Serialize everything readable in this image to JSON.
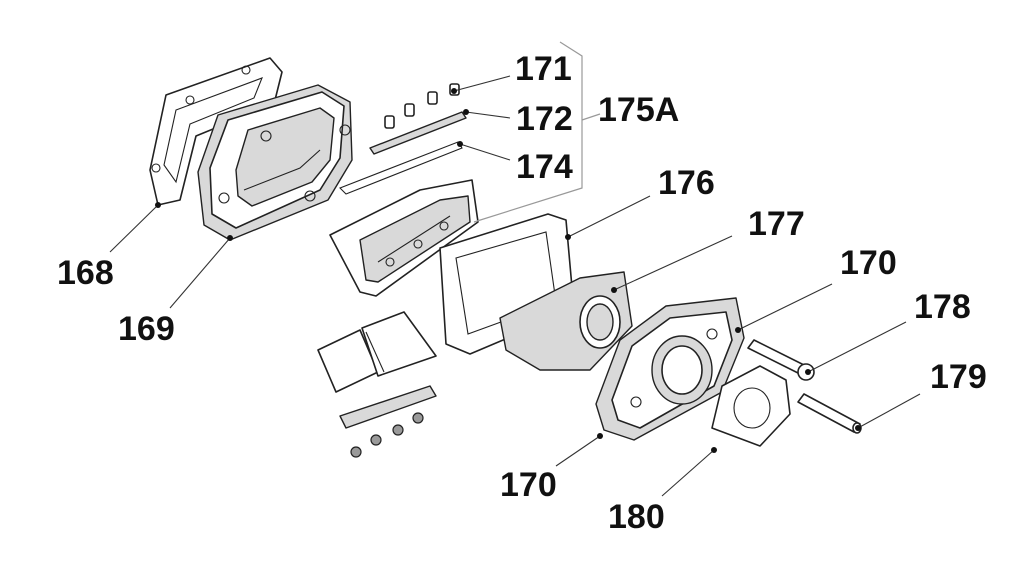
{
  "diagram": {
    "callouts": {
      "c171": "171",
      "c172": "172",
      "c174": "174",
      "c175a": "175A",
      "c176": "176",
      "c177": "177",
      "c170_top": "170",
      "c178": "178",
      "c179": "179",
      "c168": "168",
      "c169": "169",
      "c170_bottom": "170",
      "c180": "180"
    }
  }
}
